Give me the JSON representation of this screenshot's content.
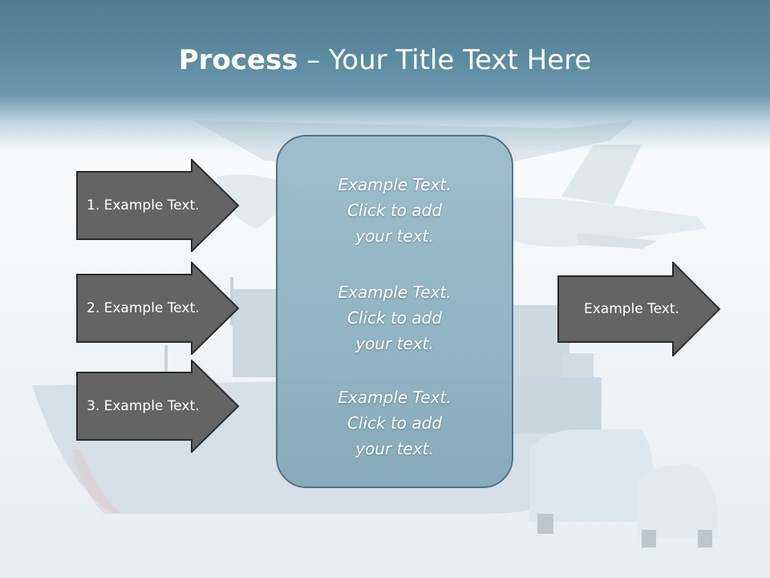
{
  "slide": {
    "title_bold": "Process",
    "title_rest": " – Your Title Text Here",
    "left_arrows": [
      {
        "label": "1. Example Text."
      },
      {
        "label": "2. Example Text."
      },
      {
        "label": "3. Example Text."
      }
    ],
    "center_box": {
      "paragraphs": [
        "Example Text.\nClick  to add\nyour text.",
        "Example Text.\nClick  to add\nyour text.",
        "Example Text.\nClick  to add\nyour text."
      ]
    },
    "right_arrow": {
      "label": "Example Text."
    }
  },
  "colors": {
    "header": "#5d8ba0",
    "arrow_fill": "#646464",
    "arrow_border": "#2a2a2a",
    "box_fill": "#8fb2c2",
    "box_border": "#4e6e80",
    "text": "#ffffff"
  }
}
